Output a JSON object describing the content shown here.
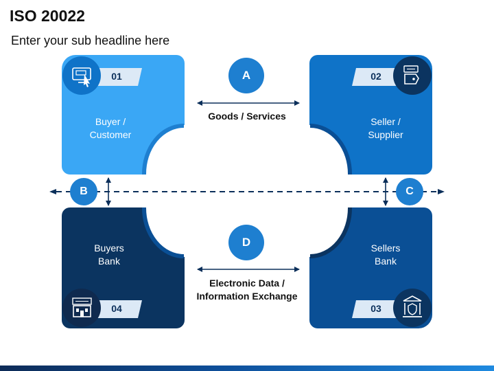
{
  "header": {
    "title": "ISO 20022",
    "subtitle": "Enter your sub headline here"
  },
  "tiles": [
    {
      "number": "01",
      "label_line1": "Buyer /",
      "label_line2": "Customer",
      "icon": "buy-screen-icon",
      "color": "#3aa7f5"
    },
    {
      "number": "02",
      "label_line1": "Seller /",
      "label_line2": "Supplier",
      "icon": "sale-tag-icon",
      "color": "#0f73c8"
    },
    {
      "number": "03",
      "label_line1": "Sellers",
      "label_line2": "Bank",
      "icon": "bank-shield-icon",
      "color": "#0a4f95"
    },
    {
      "number": "04",
      "label_line1": "Buyers",
      "label_line2": "Bank",
      "icon": "bank-building-icon",
      "color": "#0b3460"
    }
  ],
  "flows": {
    "a": {
      "letter": "A",
      "label": "Goods / Services"
    },
    "b": {
      "letter": "B"
    },
    "c": {
      "letter": "C"
    },
    "d": {
      "letter": "D",
      "label_line1": "Electronic Data /",
      "label_line2": "Information Exchange"
    }
  },
  "colors": {
    "circle_fill": "#1e7fd0",
    "tag_fill": "#dce9f6",
    "arrow": "#0b2f5a",
    "bottom_bar": "#0e4f9a"
  }
}
